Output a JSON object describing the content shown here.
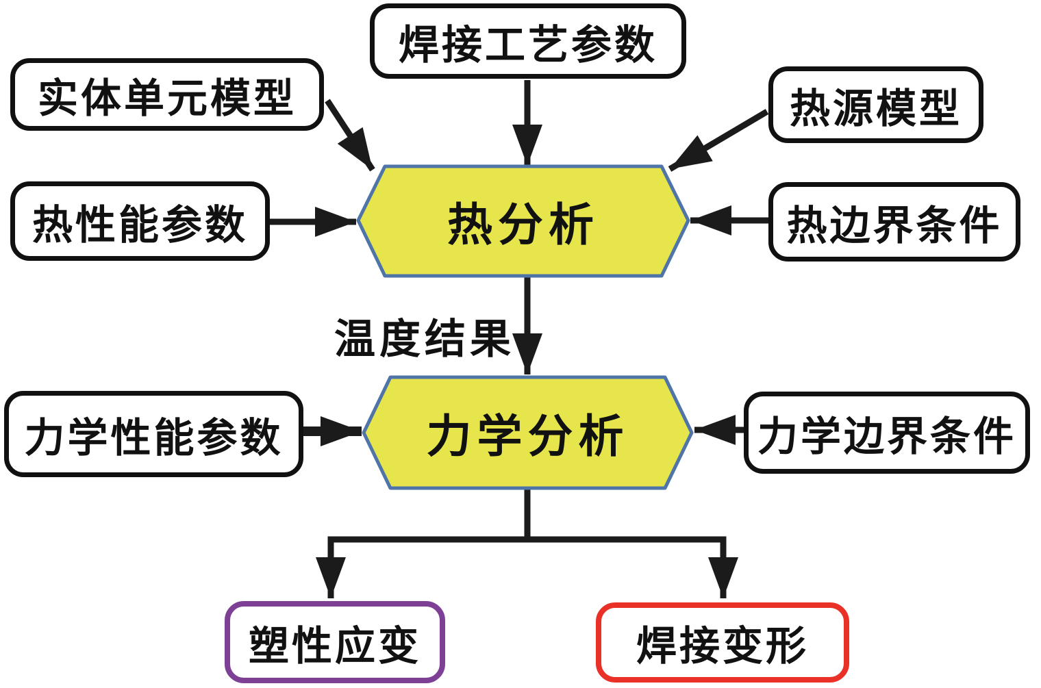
{
  "diagram": {
    "type": "flowchart",
    "description": "welding finite element simulation analysis flow",
    "nodes": {
      "welding_process_params": {
        "label": "焊接工艺参数",
        "shape": "rounded-rect"
      },
      "solid_element_model": {
        "label": "实体单元模型",
        "shape": "rounded-rect"
      },
      "heat_source_model": {
        "label": "热源模型",
        "shape": "rounded-rect"
      },
      "thermal_property_params": {
        "label": "热性能参数",
        "shape": "rounded-rect"
      },
      "thermal_boundary_conditions": {
        "label": "热边界条件",
        "shape": "rounded-rect"
      },
      "thermal_analysis": {
        "label": "热分析",
        "shape": "hexagon"
      },
      "mechanical_property_params": {
        "label": "力学性能参数",
        "shape": "rounded-rect"
      },
      "mechanical_boundary_conditions": {
        "label": "力学边界条件",
        "shape": "rounded-rect"
      },
      "mechanical_analysis": {
        "label": "力学分析",
        "shape": "hexagon"
      },
      "plastic_strain": {
        "label": "塑性应变",
        "shape": "rounded-rect"
      },
      "welding_deformation": {
        "label": "焊接变形",
        "shape": "rounded-rect"
      }
    },
    "edge_labels": {
      "temperature_results": "温度结果"
    },
    "edges": [
      {
        "from": "solid_element_model",
        "to": "thermal_analysis"
      },
      {
        "from": "welding_process_params",
        "to": "thermal_analysis"
      },
      {
        "from": "heat_source_model",
        "to": "thermal_analysis"
      },
      {
        "from": "thermal_property_params",
        "to": "thermal_analysis"
      },
      {
        "from": "thermal_boundary_conditions",
        "to": "thermal_analysis"
      },
      {
        "from": "thermal_analysis",
        "to": "mechanical_analysis",
        "label": "温度结果"
      },
      {
        "from": "mechanical_property_params",
        "to": "mechanical_analysis"
      },
      {
        "from": "mechanical_boundary_conditions",
        "to": "mechanical_analysis"
      },
      {
        "from": "mechanical_analysis",
        "to": "plastic_strain"
      },
      {
        "from": "mechanical_analysis",
        "to": "welding_deformation"
      }
    ],
    "colors": {
      "hexagon_fill": "#e6e64c",
      "hexagon_border": "#4f74a8",
      "box_border": "#111111",
      "plastic_strain_border": "#7e4095",
      "welding_deformation_border": "#e93128",
      "arrow": "#1b1b1b",
      "background": "#ffffff"
    }
  }
}
